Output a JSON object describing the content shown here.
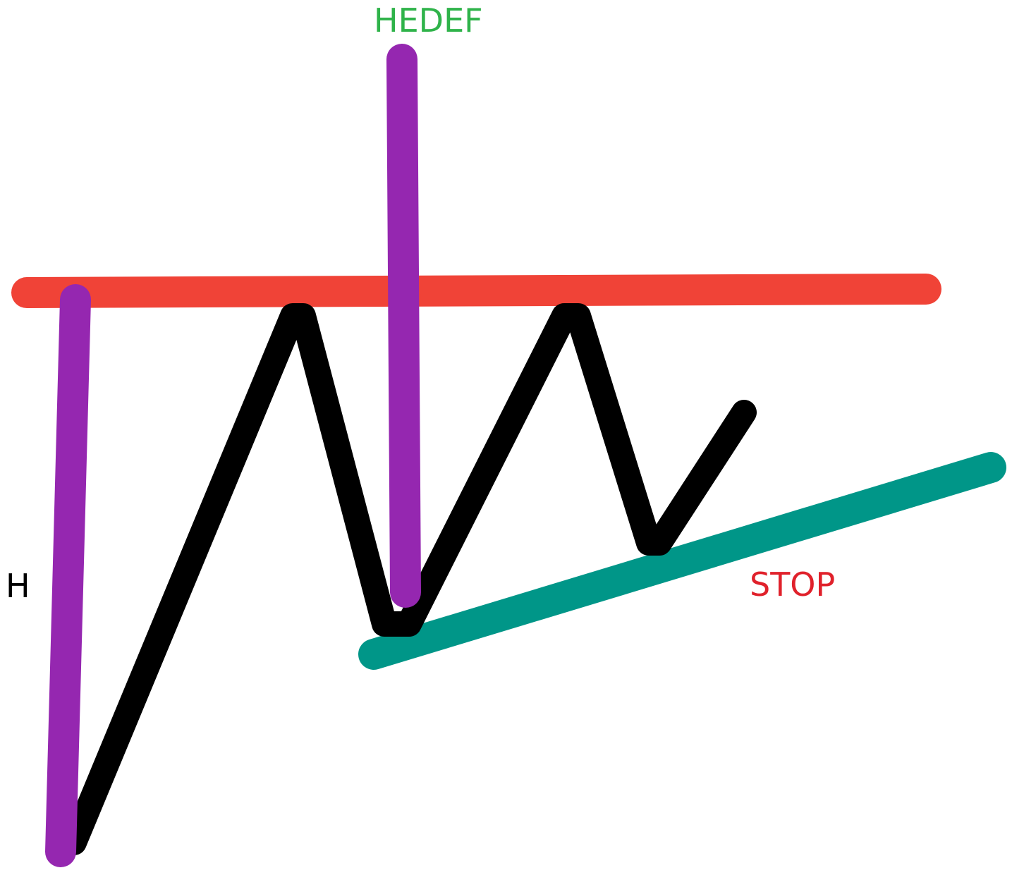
{
  "labels": {
    "target": "HEDEF",
    "height": "H",
    "stop": "STOP"
  },
  "colors": {
    "background": "#ffffff",
    "price_path": "#000000",
    "resistance_line": "#f04337",
    "support_line": "#009688",
    "measure_lines": "#9527b0",
    "target_label": "#2fb34a",
    "height_label": "#000000",
    "stop_label": "#e0212b"
  },
  "pattern": "ascending-triangle"
}
